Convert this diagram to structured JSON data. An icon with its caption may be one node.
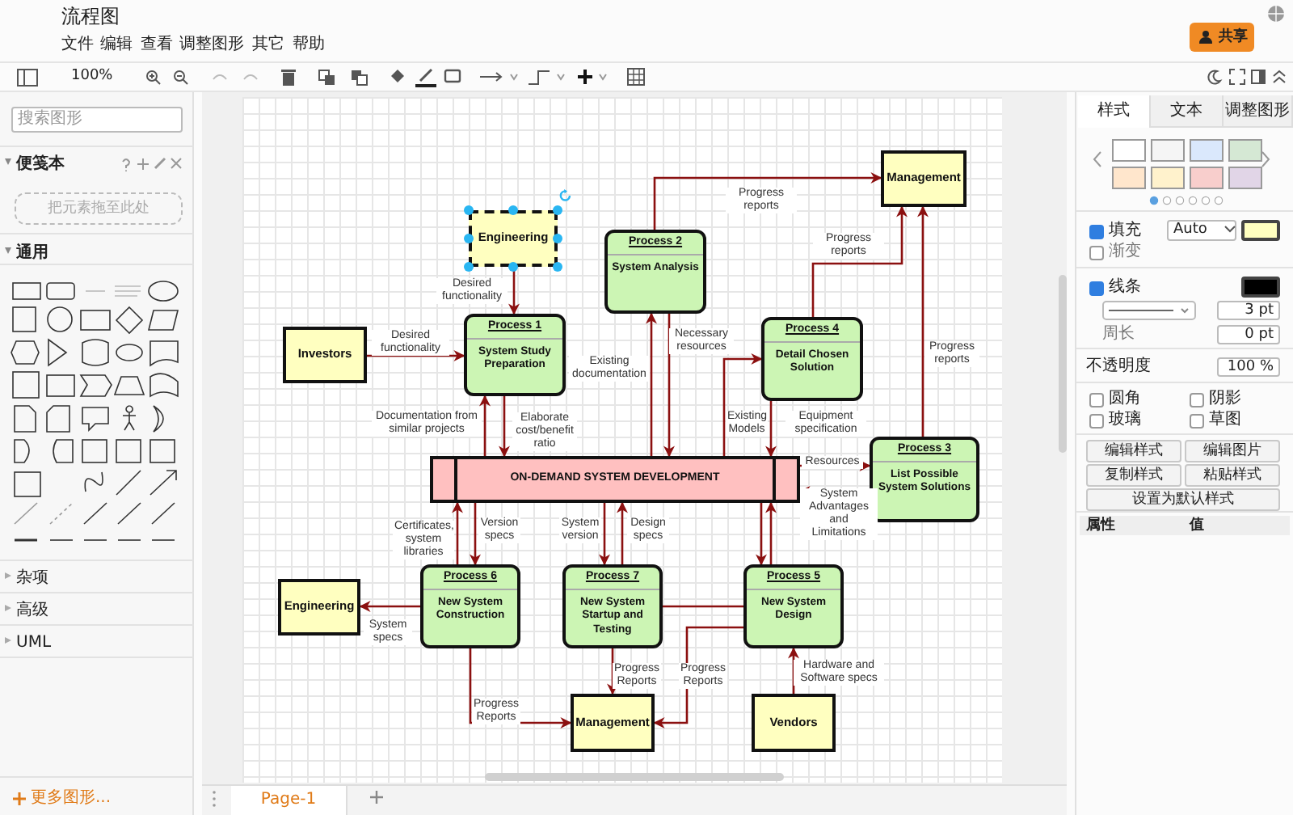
{
  "diagram": {
    "nodes": [
      {
        "text": [
          "Engineering"
        ]
      },
      {
        "text": [
          "Process 2",
          "System Analysis"
        ]
      },
      {
        "text": [
          "Management"
        ]
      },
      {
        "text": [
          "Investors"
        ]
      },
      {
        "text": [
          "Process 1",
          "System Study Preparation"
        ]
      },
      {
        "text": [
          "Process 4",
          "Detail Chosen Solution"
        ]
      },
      {
        "text": [
          "Process 3",
          "List Possible System Solutions"
        ]
      },
      {
        "text": [
          "ON-DEMAND SYSTEM DEVELOPMENT"
        ]
      },
      {
        "text": [
          "Engineering"
        ]
      },
      {
        "text": [
          "Process 6",
          "New System Construction"
        ]
      },
      {
        "text": [
          "Process 7",
          "New System Startup and Testing"
        ]
      },
      {
        "text": [
          "Process 5",
          "New System Design"
        ]
      },
      {
        "text": [
          "Management"
        ]
      },
      {
        "text": [
          "Vendors"
        ]
      }
    ],
    "edges": [
      {
        "from": 0,
        "to": 4,
        "arrow": "to",
        "label": "Desired functionality"
      },
      {
        "from": 3,
        "to": 4,
        "arrow": "to",
        "label": "Desired functionality"
      },
      {
        "from": 1,
        "to": 2,
        "arrow": "to",
        "label": "Progress reports"
      },
      {
        "from": 5,
        "to": 2,
        "arrow": "to",
        "label": "Progress reports"
      },
      {
        "from": 6,
        "to": 2,
        "arrow": "to",
        "label": "Progress reports"
      },
      {
        "from": 4,
        "to": 7,
        "arrow": "to",
        "label": "Elaborate cost/benefit ratio"
      },
      {
        "from": 7,
        "to": 4,
        "arrow": "to",
        "label": "Documentation from similar projects"
      },
      {
        "from": 7,
        "to": 1,
        "arrow": "to",
        "label": "Existing documentation"
      },
      {
        "from": 1,
        "to": 7,
        "arrow": "to",
        "label": "Necessary resources"
      },
      {
        "from": 7,
        "to": 5,
        "arrow": "to",
        "label": "Existing Models"
      },
      {
        "from": 5,
        "to": 7,
        "arrow": "to",
        "label": "Equipment specification"
      },
      {
        "from": 7,
        "to": 6,
        "arrow": "to",
        "label": "Resources"
      },
      {
        "from": 6,
        "to": 7,
        "arrow": "to",
        "label": "System Advantages and Limitations"
      },
      {
        "from": 9,
        "to": 7,
        "arrow": "to",
        "label": "Certificates, system libraries"
      },
      {
        "from": 7,
        "to": 9,
        "arrow": "to",
        "label": "Version specs"
      },
      {
        "from": 7,
        "to": 10,
        "arrow": "to",
        "label": "System version"
      },
      {
        "from": 10,
        "to": 7,
        "arrow": "to",
        "label": "Design specs"
      },
      {
        "from": 7,
        "to": 11,
        "arrow": "to"
      },
      {
        "from": 11,
        "to": 7,
        "arrow": "to"
      },
      {
        "from": 9,
        "to": 8,
        "arrow": "to",
        "label": "System specs"
      },
      {
        "from": 10,
        "to": 11,
        "arrow": "none"
      },
      {
        "from": 9,
        "to": 12,
        "arrow": "to",
        "label": "Progress Reports"
      },
      {
        "from": 10,
        "to": 12,
        "arrow": "to",
        "label": "Progress Reports"
      },
      {
        "from": 11,
        "to": 12,
        "arrow": "to",
        "label": "Progress Reports"
      },
      {
        "from": 13,
        "to": 11,
        "arrow": "to",
        "label": "Hardware and Software specs"
      }
    ],
    "labels": [
      "流程图",
      "文件",
      "编辑",
      "查看",
      "调整图形",
      "其它",
      "帮助",
      "共享",
      "100%",
      "搜索图形",
      "便笺本",
      "把元素拖至此处",
      "通用",
      "杂项",
      "高级",
      "UML",
      "更多图形...",
      "Page-1",
      "样式",
      "文本",
      "调整图形",
      "填充",
      "Auto",
      "渐变",
      "线条",
      "3 pt",
      "周长",
      "0 pt",
      "不透明度",
      "100 %",
      "圆角",
      "阴影",
      "玻璃",
      "草图",
      "编辑样式",
      "编辑图片",
      "复制样式",
      "粘贴样式",
      "设置为默认样式",
      "属性",
      "值"
    ]
  }
}
